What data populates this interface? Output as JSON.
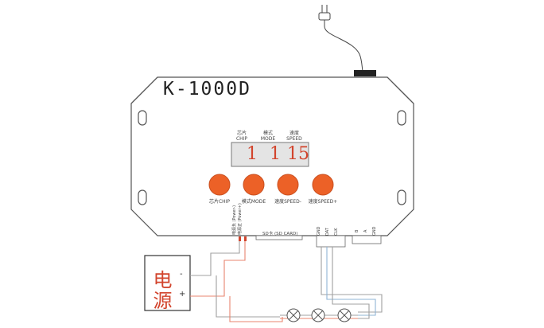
{
  "device": {
    "title": "K-1000D",
    "display": {
      "headers": [
        {
          "cn": "芯片",
          "en": "CHIP"
        },
        {
          "cn": "模式",
          "en": "MODE"
        },
        {
          "cn": "速度",
          "en": "SPEED"
        }
      ],
      "values": [
        "1",
        "1",
        "15"
      ]
    },
    "buttons": [
      {
        "label": "芯片CHIP"
      },
      {
        "label": "模式MODE"
      },
      {
        "label": "速度SPEED-"
      },
      {
        "label": "速度SPEED+"
      }
    ],
    "power_port_labels": [
      "电源负 (Power-)",
      "电源正 (Power+)"
    ],
    "sd_slot_label": "SD卡 (SD CARD)",
    "output_labels": [
      "GND",
      "DAT",
      "CLK"
    ],
    "aux_labels": [
      "B",
      "A",
      "GND"
    ]
  },
  "power_supply": {
    "label": "电源",
    "minus": "-",
    "plus": "+"
  },
  "colors": {
    "button": "#ec6127",
    "display_digits": "#d2442c",
    "wire_red": "#e8846f",
    "wire_gray": "#a0a0a0",
    "wire_blue": "#8fb4d6",
    "outline": "#555555"
  }
}
